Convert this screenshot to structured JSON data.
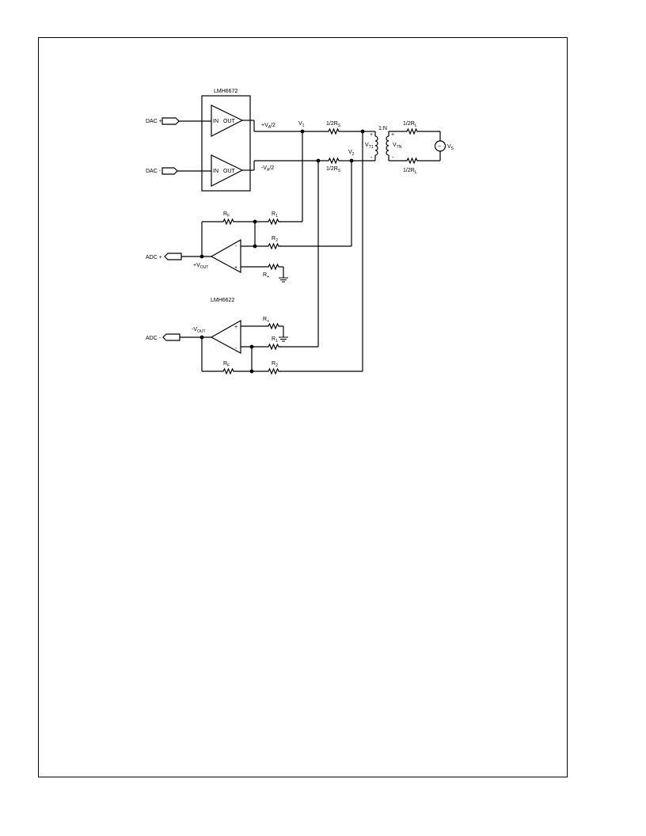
{
  "chips": {
    "driver": "LMH6672",
    "receiver": "LMH6622"
  },
  "ports": {
    "dac_plus": "DAC +",
    "dac_minus": "DAC -",
    "adc_plus": "ADC +",
    "adc_minus": "ADC -"
  },
  "amp_pins": {
    "in": "IN",
    "out": "OUT",
    "minus": "-",
    "plus": "+"
  },
  "nodes": {
    "va_plus": {
      "main": "+V",
      "sub": "A",
      "suffix": "/2"
    },
    "va_minus": {
      "main": "-V",
      "sub": "A",
      "suffix": "/2"
    },
    "v1": {
      "main": "V",
      "sub": "1"
    },
    "v2": {
      "main": "V",
      "sub": "2"
    },
    "vout_plus": {
      "main": "+V",
      "sub": "OUT"
    },
    "vout_minus": {
      "main": "-V",
      "sub": "OUT"
    },
    "vt1": {
      "main": "V",
      "sub": "T1"
    },
    "vtn": {
      "main": "V",
      "sub": "TN"
    },
    "vs": {
      "main": "V",
      "sub": "S"
    }
  },
  "resistors": {
    "rs_top": {
      "main": "1/2R",
      "sub": "S"
    },
    "rs_bottom": {
      "main": "1/2R",
      "sub": "S"
    },
    "rl_top": {
      "main": "1/2R",
      "sub": "L"
    },
    "rl_bottom": {
      "main": "1/2R",
      "sub": "L"
    },
    "rf_top": {
      "main": "R",
      "sub": "F"
    },
    "r1_top": {
      "main": "R",
      "sub": "1"
    },
    "r2_top": {
      "main": "R",
      "sub": "2"
    },
    "rplus_top": {
      "main": "R",
      "sub": "+"
    },
    "rplus_bottom": {
      "main": "R",
      "sub": "+"
    },
    "r1_bottom": {
      "main": "R",
      "sub": "1"
    },
    "rf_bottom": {
      "main": "R",
      "sub": "F"
    },
    "r2_bottom": {
      "main": "R",
      "sub": "2"
    }
  },
  "transformer": {
    "ratio": "1:N",
    "primary_plus": "+",
    "primary_minus": "-",
    "secondary_plus": "+",
    "secondary_minus": "-",
    "source_symbol": "~"
  }
}
